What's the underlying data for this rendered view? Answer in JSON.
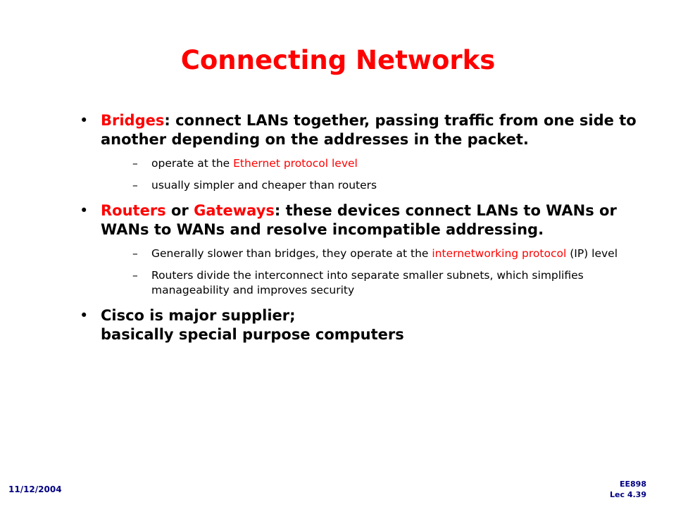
{
  "slide": {
    "title": "Connecting Networks"
  },
  "bullets": [
    {
      "term": "Bridges",
      "text": ": connect LANs together, passing traffic from one side to another depending on the addresses in the packet.",
      "subs": [
        {
          "dash": "–",
          "pre": "operate at the ",
          "hl": "Ethernet protocol level",
          "post": ""
        },
        {
          "dash": "–",
          "text": "usually simpler and cheaper than routers"
        }
      ]
    },
    {
      "term1": "Routers",
      "mid": " or ",
      "term2": "Gateways",
      "text": ": these devices connect LANs to WANs or WANs to WANs and resolve incompatible addressing.",
      "subs": [
        {
          "dash": "–",
          "pre": "Generally slower than bridges, they operate at the ",
          "hl": "internetworking protocol",
          "post": " (IP) level"
        },
        {
          "dash": "–",
          "text": "Routers divide the interconnect into separate smaller subnets, which simplifies manageability and improves security"
        }
      ]
    },
    {
      "line1": "Cisco is major supplier;",
      "line2": "basically special purpose computers"
    }
  ],
  "footer": {
    "date": "11/12/2004",
    "course": "EE898",
    "lecture": "Lec 4.39"
  },
  "colors": {
    "title": "#ff0000",
    "highlight": "#ff0000",
    "body": "#000000",
    "footer": "#000080"
  }
}
